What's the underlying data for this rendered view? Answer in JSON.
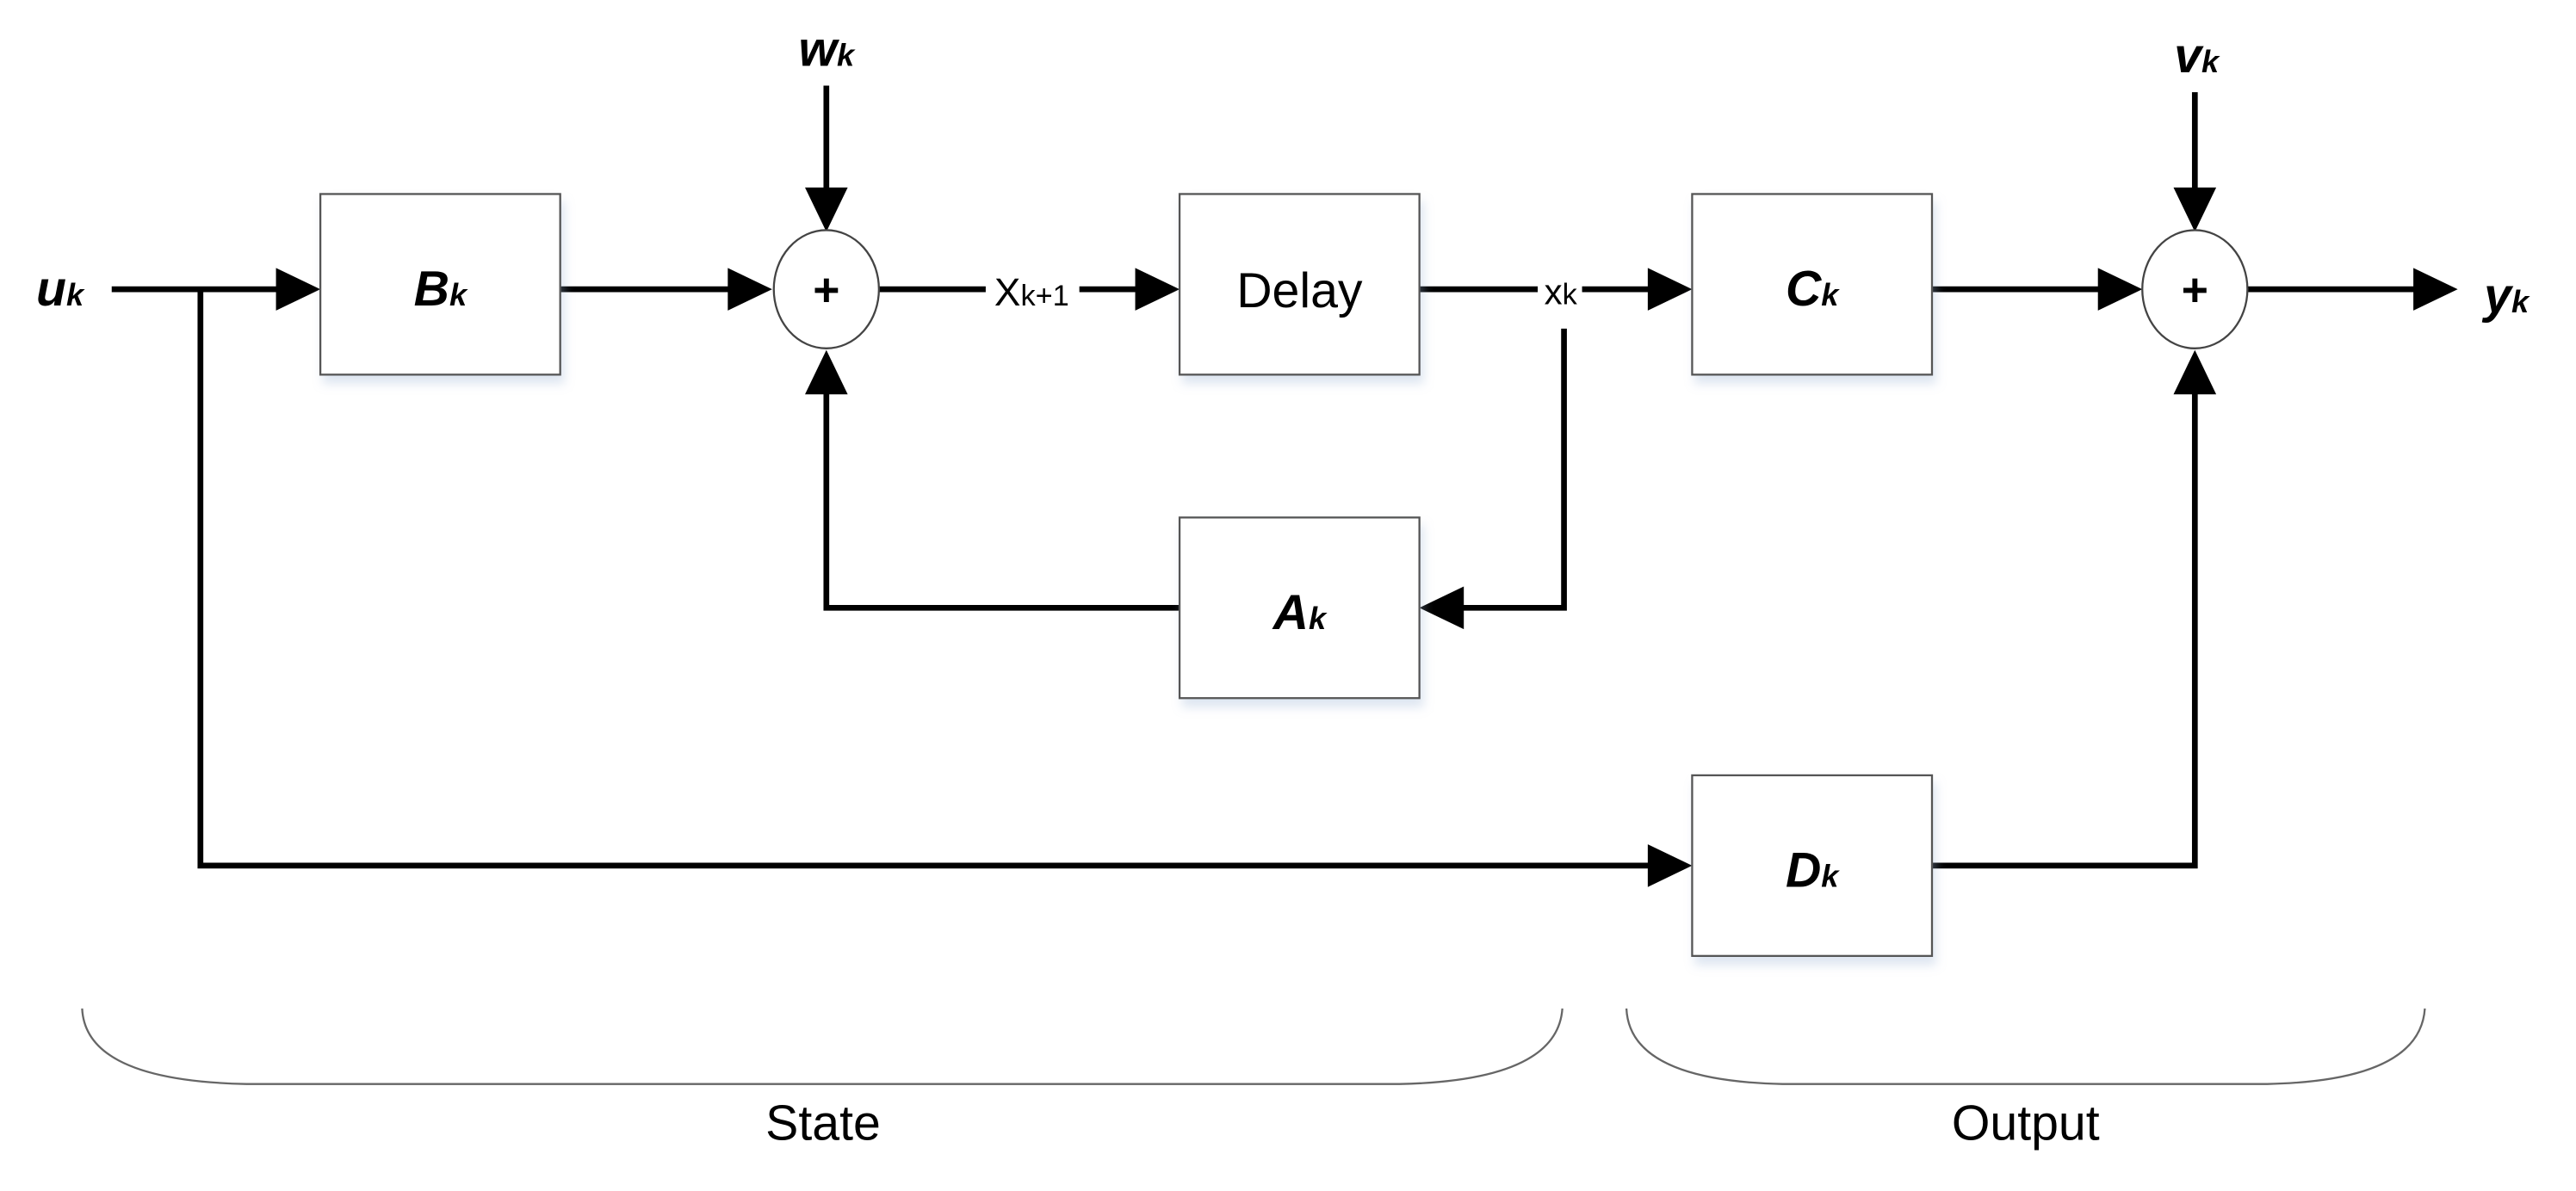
{
  "diagram": {
    "signals": {
      "input": {
        "main": "u",
        "sub": "k"
      },
      "process_noise": {
        "main": "w",
        "sub": "k"
      },
      "measurement_noise": {
        "main": "v",
        "sub": "k"
      },
      "output": {
        "main": "y",
        "sub": "k"
      },
      "next_state": {
        "main": "X",
        "sub": "k+1"
      },
      "state": {
        "main": "x",
        "sub": "k"
      }
    },
    "blocks": {
      "B": {
        "main": "B",
        "sub": "k"
      },
      "delay": {
        "label": "Delay"
      },
      "A": {
        "main": "A",
        "sub": "k"
      },
      "C": {
        "main": "C",
        "sub": "k"
      },
      "D": {
        "main": "D",
        "sub": "k"
      }
    },
    "summing_junction_symbol": "+",
    "groups": {
      "state": "State",
      "output": "Output"
    }
  }
}
